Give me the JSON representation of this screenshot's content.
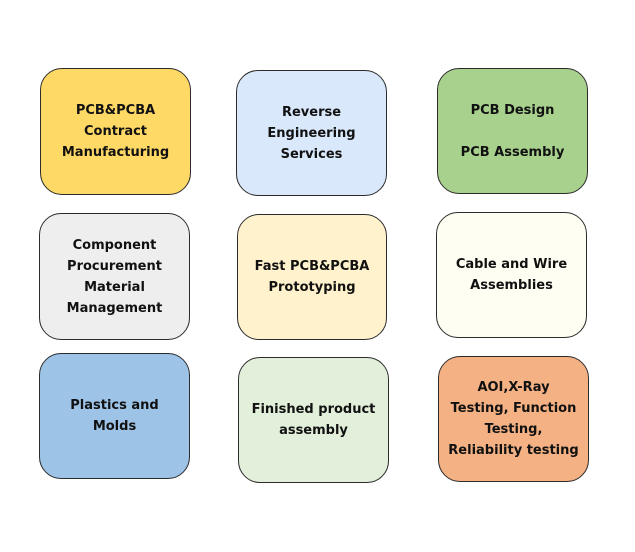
{
  "cards": [
    {
      "id": "contract-manufacturing",
      "color": "#FFD966",
      "lines": [
        "PCB&PCBA",
        "Contract",
        "Manufacturing"
      ]
    },
    {
      "id": "reverse-engineering",
      "color": "#DAE8FC",
      "lines": [
        "Reverse",
        "Engineering",
        "Services"
      ]
    },
    {
      "id": "pcb-design-assembly",
      "color": "#A9D18E",
      "lines": [
        "PCB Design",
        "PCB Assembly"
      ]
    },
    {
      "id": "component-procurement",
      "color": "#EEEEEE",
      "lines": [
        "Component",
        "Procurement",
        "Material",
        "Management"
      ]
    },
    {
      "id": "fast-prototyping",
      "color": "#FFF2CC",
      "lines": [
        "Fast PCB&PCBA",
        "Prototyping"
      ]
    },
    {
      "id": "cable-wire",
      "color": "#FFFEF2",
      "lines": [
        "Cable and Wire",
        "Assemblies"
      ]
    },
    {
      "id": "plastics-molds",
      "color": "#9DC3E6",
      "lines": [
        "Plastics and",
        "Molds"
      ]
    },
    {
      "id": "finished-product",
      "color": "#E2EFDA",
      "lines": [
        "Finished product",
        "assembly"
      ]
    },
    {
      "id": "testing",
      "color": "#F4B183",
      "lines": [
        "AOI,X-Ray",
        "Testing, Function",
        "Testing,",
        "Reliability testing"
      ]
    }
  ]
}
